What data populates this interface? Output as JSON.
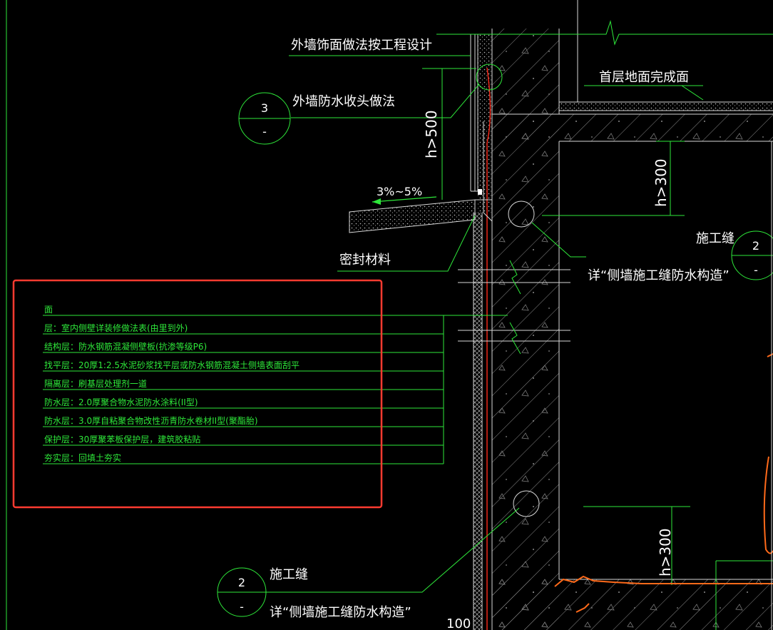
{
  "labels": {
    "exterior_finish": "外墙饰面做法按工程设计",
    "waterproof_termination": "外墙防水收头做法",
    "ground_finish": "首层地面完成面",
    "sealing_material": "密封材料",
    "construction_joint_right": "施工缝",
    "detail_ref_right": "详“侧墙施工缝防水构造”",
    "construction_joint_bottom": "施工缝",
    "detail_ref_bottom": "详“侧墙施工缝防水构造”",
    "slope": "3%~5%",
    "dim_h500": "h>500",
    "dim_h300_top": "h>300",
    "dim_h300_bottom": "h>300",
    "dim_100": "100"
  },
  "callouts": {
    "callout_3": {
      "number": "3",
      "sub": "-"
    },
    "callout_2_right": {
      "number": "2",
      "sub": "-"
    },
    "callout_2_bottom": {
      "number": "2",
      "sub": "-"
    }
  },
  "layers": [
    "面",
    "层：室内侧壁详装修做法表(由里到外)",
    "结构层：防水钢筋混凝侧壁板(抗渗等级P6)",
    "找平层：20厚1:2.5水泥砂浆找平层或防水钢筋混凝土侧墙表面刮平",
    "隔离层：刷基层处理剂一道",
    "防水层：2.0厚聚合物水泥防水涂料(II型)",
    "防水层：3.0厚自粘聚合物改性沥青防水卷材II型(聚酯胎)",
    "保护层：30厚聚苯板保护层，建筑胶粘贴",
    "夯实层：回填土夯实"
  ],
  "colors": {
    "background": "#000000",
    "line_green": "#2ee83a",
    "line_white": "#d9d9d9",
    "line_red": "#ff2a1a",
    "highlight_box": "#ff3b30",
    "sketch_orange": "#ff6a1a",
    "hatch": "#9a9a9a"
  }
}
